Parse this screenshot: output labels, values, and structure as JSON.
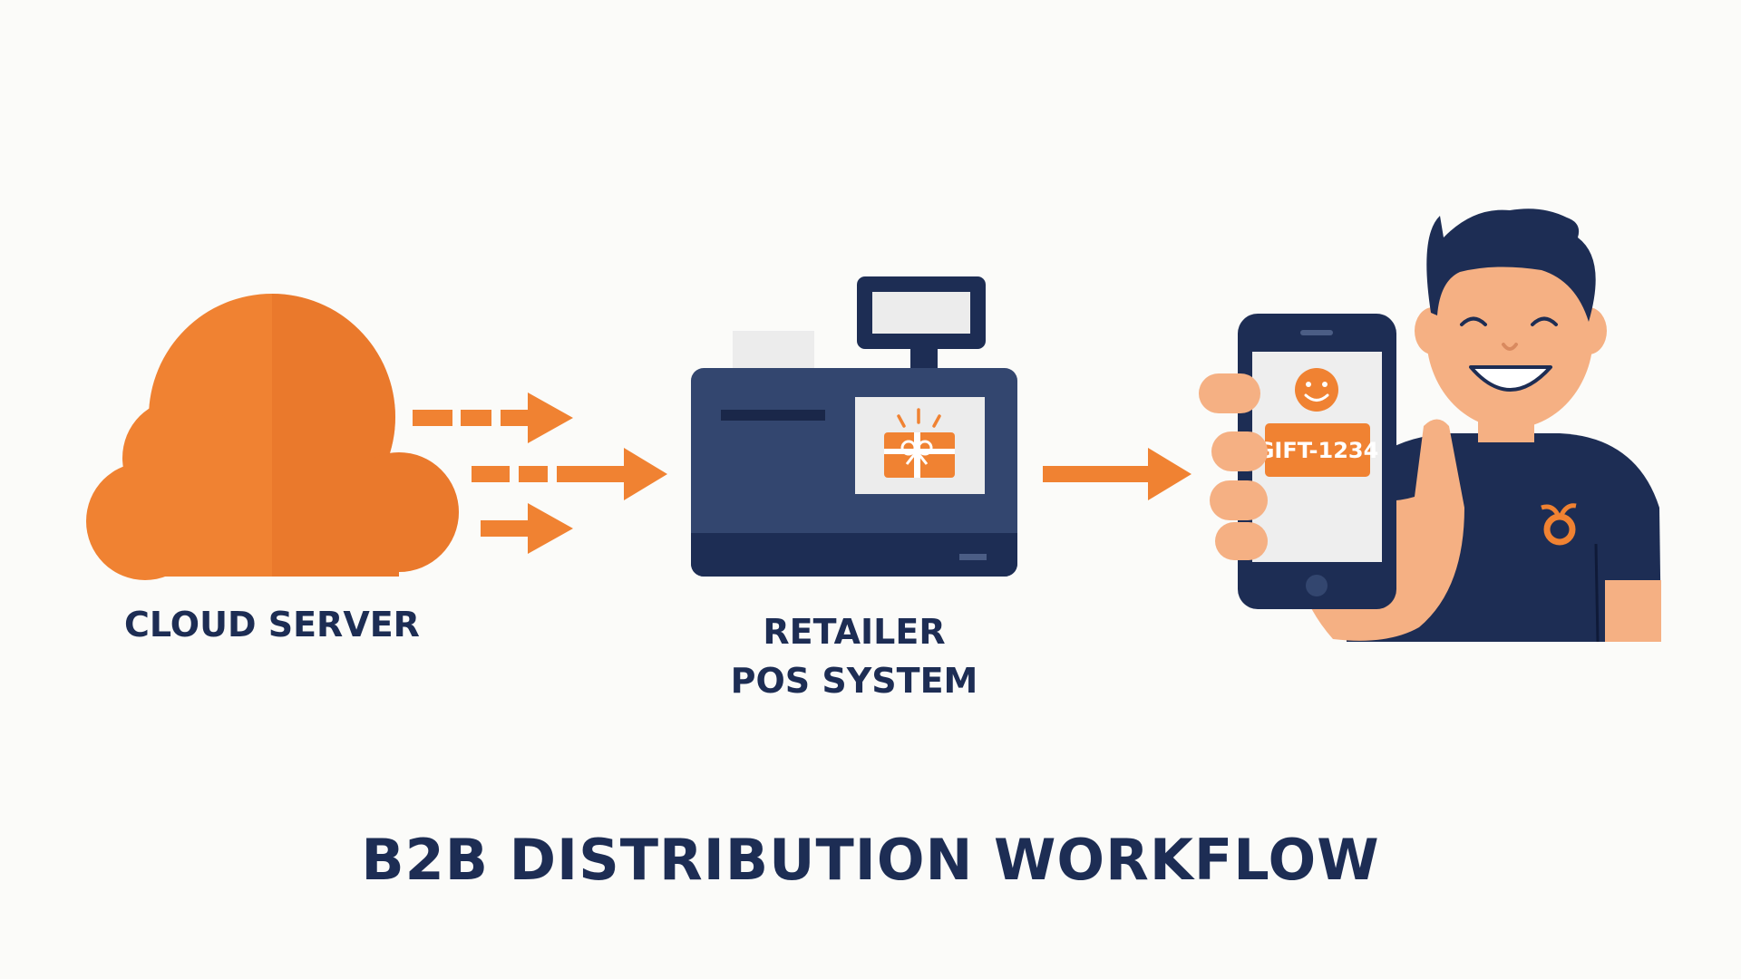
{
  "diagram": {
    "title": "B2B DISTRIBUTION WORKFLOW",
    "nodes": [
      {
        "id": "cloud-server",
        "label": "CLOUD SERVER",
        "icon": "cloud-icon"
      },
      {
        "id": "retailer-pos",
        "label_lines": [
          "RETAILER",
          "POS SYSTEM"
        ],
        "icon": "cash-register-icon"
      },
      {
        "id": "customer",
        "icon": "person-with-phone-icon",
        "phone_code": "GIFT-1234"
      }
    ],
    "edges": [
      {
        "from": "cloud-server",
        "to": "retailer-pos",
        "style": "dashed"
      },
      {
        "from": "retailer-pos",
        "to": "customer",
        "style": "solid"
      }
    ]
  },
  "colors": {
    "accent": "#f08232",
    "navy": "#1d2d54",
    "navy_light": "#33466f",
    "skin": "#f5b083",
    "screen": "#eeeeee",
    "background": "#fbfbf9"
  }
}
